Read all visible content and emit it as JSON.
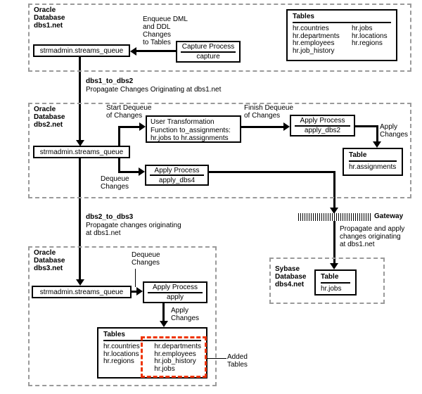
{
  "regions": {
    "dbs1": {
      "title": "Oracle\nDatabase\ndbs1.net",
      "queue": "strmadmin.streams_queue",
      "enqueue_label": "Enqueue DML\nand DDL\nChanges\nto Tables",
      "capture": {
        "title": "Capture Process",
        "name": "capture"
      },
      "tables": {
        "title": "Tables",
        "col1": [
          "hr.countries",
          "hr.departments",
          "hr.employees",
          "hr.job_history"
        ],
        "col2": [
          "hr.jobs",
          "hr.locations",
          "hr.regions"
        ]
      }
    },
    "dbs2": {
      "title": "Oracle\nDatabase\ndbs2.net",
      "queue": "strmadmin.streams_queue",
      "start_dequeue": "Start Dequeue\nof Changes",
      "finish_dequeue": "Finish Dequeue\nof Changes",
      "transform_box": "User Transformation\nFunction to_assignments:\nhr.jobs to hr.assignments",
      "apply_dbs2": {
        "title": "Apply Process",
        "name": "apply_dbs2"
      },
      "apply_changes": "Apply\nChanges",
      "table_assignments": {
        "title": "Table",
        "name": "hr.assignments"
      },
      "apply_dbs4": {
        "title": "Apply Process",
        "name": "apply_dbs4"
      },
      "dequeue_changes": "Dequeue\nChanges"
    },
    "dbs3": {
      "title": "Oracle\nDatabase\ndbs3.net",
      "queue": "strmadmin.streams_queue",
      "dequeue_changes": "Dequeue\nChanges",
      "apply": {
        "title": "Apply Process",
        "name": "apply"
      },
      "apply_changes": "Apply\nChanges",
      "tables": {
        "title": "Tables",
        "col1": [
          "hr.countries",
          "hr.locations",
          "hr.regions"
        ],
        "col2": [
          "hr.departments",
          "hr.employees",
          "hr.job_history",
          "hr.jobs"
        ]
      },
      "added_tables_label": "Added\nTables"
    },
    "dbs4": {
      "title": "Sybase\nDatabase\ndbs4.net",
      "table": {
        "title": "Table",
        "name": "hr.jobs"
      }
    }
  },
  "propagations": {
    "dbs1_to_dbs2": {
      "name": "dbs1_to_dbs2",
      "desc": "Propagate Changes Originating at dbs1.net"
    },
    "dbs2_to_dbs3": {
      "name": "dbs2_to_dbs3",
      "desc": "Propagate changes originating\nat dbs1.net"
    }
  },
  "gateway": {
    "label": "Gateway",
    "desc": "Propagate and apply\nchanges originating\nat dbs1.net"
  },
  "colors": {
    "line": "#000000",
    "region_border": "#9a9a9a",
    "added_tables": "#ee3300"
  }
}
